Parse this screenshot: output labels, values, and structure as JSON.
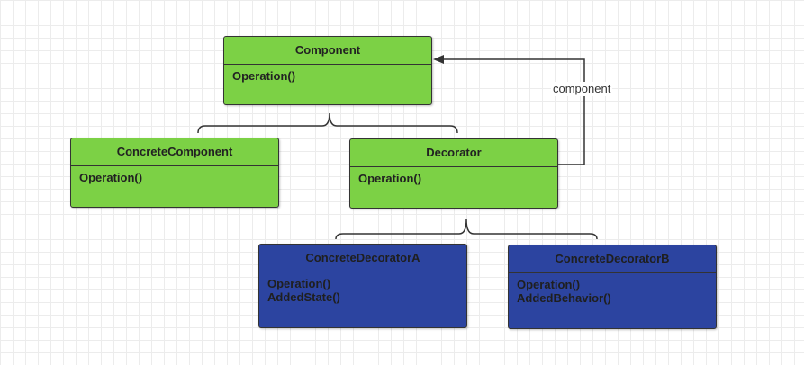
{
  "classes": {
    "component": {
      "name": "Component",
      "operations": [
        "Operation()"
      ]
    },
    "concrete_component": {
      "name": "ConcreteComponent",
      "operations": [
        "Operation()"
      ]
    },
    "decorator": {
      "name": "Decorator",
      "operations": [
        "Operation()"
      ]
    },
    "concrete_decorator_a": {
      "name": "ConcreteDecoratorA",
      "operations": [
        "Operation()",
        "AddedState()"
      ]
    },
    "concrete_decorator_b": {
      "name": "ConcreteDecoratorB",
      "operations": [
        "Operation()",
        "AddedBehavior()"
      ]
    }
  },
  "association_label": "component",
  "colors": {
    "abstract_fill": "#7cd145",
    "decorator_fill": "#2c44a0",
    "stroke": "#333333"
  }
}
